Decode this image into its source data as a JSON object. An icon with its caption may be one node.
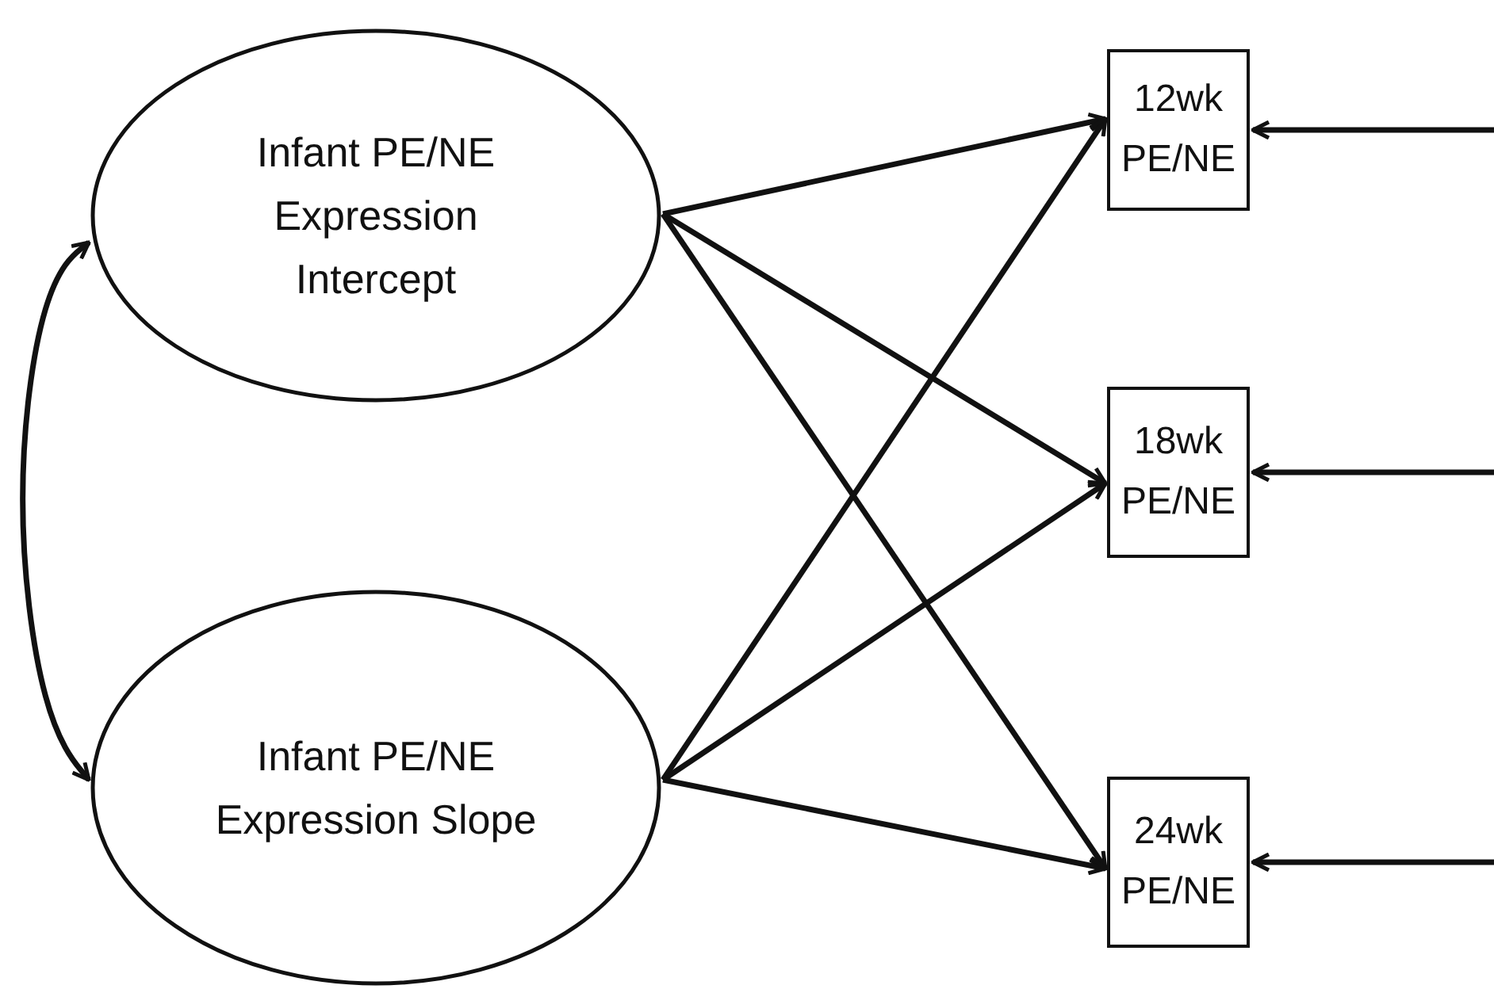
{
  "diagram": {
    "nodes": [
      {
        "text": [
          "Infant PE/NE Expression Intercept"
        ]
      },
      {
        "text": [
          "Infant PE/NE Expression Slope"
        ]
      },
      {
        "text": [
          "12wk PE/NE"
        ]
      },
      {
        "text": [
          "18wk PE/NE"
        ]
      },
      {
        "text": [
          "24wk PE/NE"
        ]
      }
    ],
    "edges": [
      {
        "from": 0,
        "to": 1,
        "arrow": "both"
      },
      {
        "from": 0,
        "to": 2,
        "arrow": "to"
      },
      {
        "from": 0,
        "to": 3,
        "arrow": "to"
      },
      {
        "from": 0,
        "to": 4,
        "arrow": "to"
      },
      {
        "from": 1,
        "to": 2,
        "arrow": "to"
      },
      {
        "from": 1,
        "to": 3,
        "arrow": "to"
      },
      {
        "from": 1,
        "to": 4,
        "arrow": "to"
      },
      {
        "from": null,
        "to": 2,
        "arrow": "to"
      },
      {
        "from": null,
        "to": 3,
        "arrow": "to"
      },
      {
        "from": null,
        "to": 4,
        "arrow": "to"
      }
    ]
  }
}
